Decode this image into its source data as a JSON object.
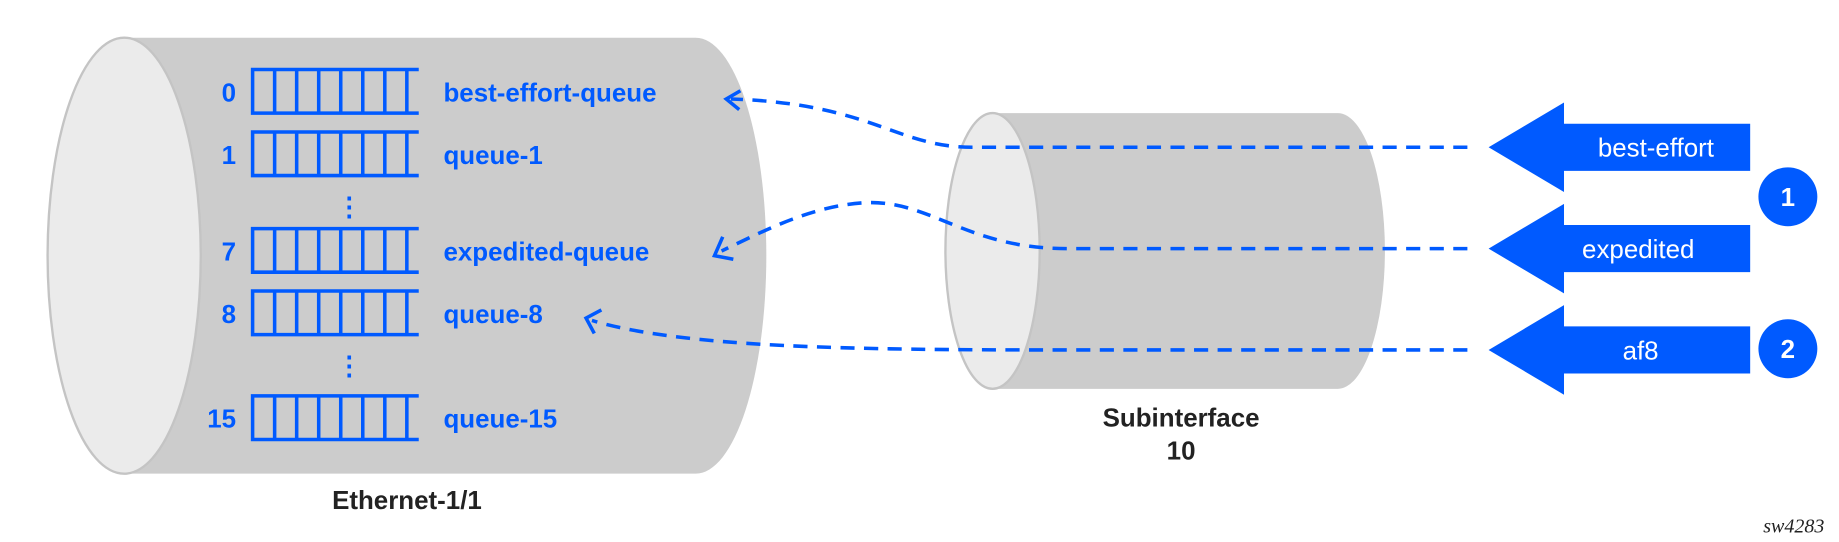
{
  "ethernet": {
    "label": "Ethernet-1/1",
    "queues": [
      {
        "index": "0",
        "name": "best-effort-queue"
      },
      {
        "index": "1",
        "name": "queue-1"
      },
      {
        "index": "7",
        "name": "expedited-queue"
      },
      {
        "index": "8",
        "name": "queue-8"
      },
      {
        "index": "15",
        "name": "queue-15"
      }
    ],
    "ellipsis": "⋮"
  },
  "subinterface": {
    "label_line1": "Subinterface",
    "label_line2": "10"
  },
  "traffic": [
    {
      "label": "best-effort"
    },
    {
      "label": "expedited"
    },
    {
      "label": "af8"
    }
  ],
  "callouts": [
    "1",
    "2"
  ],
  "figure_id": "sw4283",
  "colors": {
    "accent": "#005aff",
    "cylinder": "#cccccc",
    "face": "#ebebeb"
  }
}
